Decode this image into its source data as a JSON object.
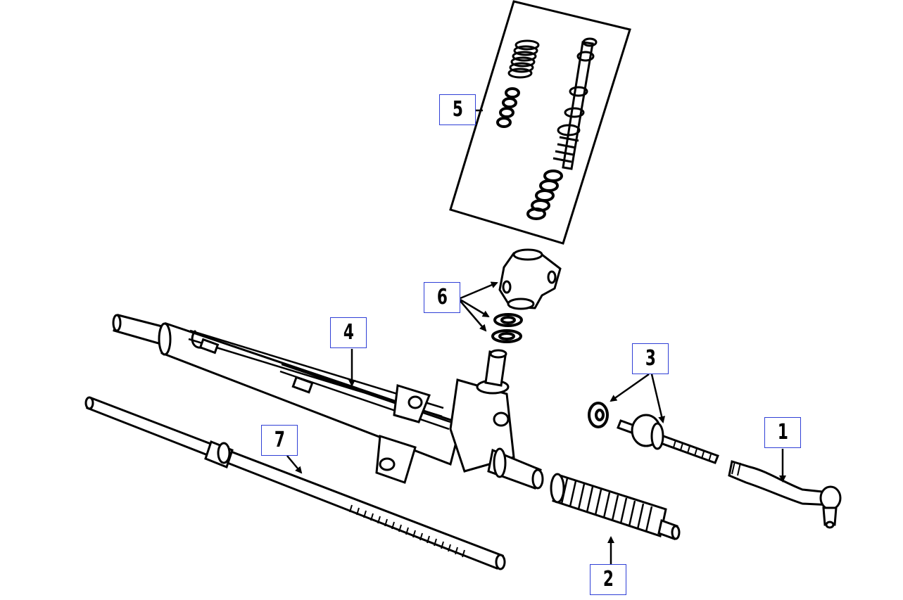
{
  "diagram": {
    "callouts": [
      {
        "id": "1",
        "label": "1"
      },
      {
        "id": "2",
        "label": "2"
      },
      {
        "id": "3",
        "label": "3"
      },
      {
        "id": "4",
        "label": "4"
      },
      {
        "id": "5",
        "label": "5"
      },
      {
        "id": "6",
        "label": "6"
      },
      {
        "id": "7",
        "label": "7"
      }
    ],
    "colors": {
      "line": "#000000",
      "callout_border": "#2f3fd6",
      "background": "#ffffff"
    }
  }
}
